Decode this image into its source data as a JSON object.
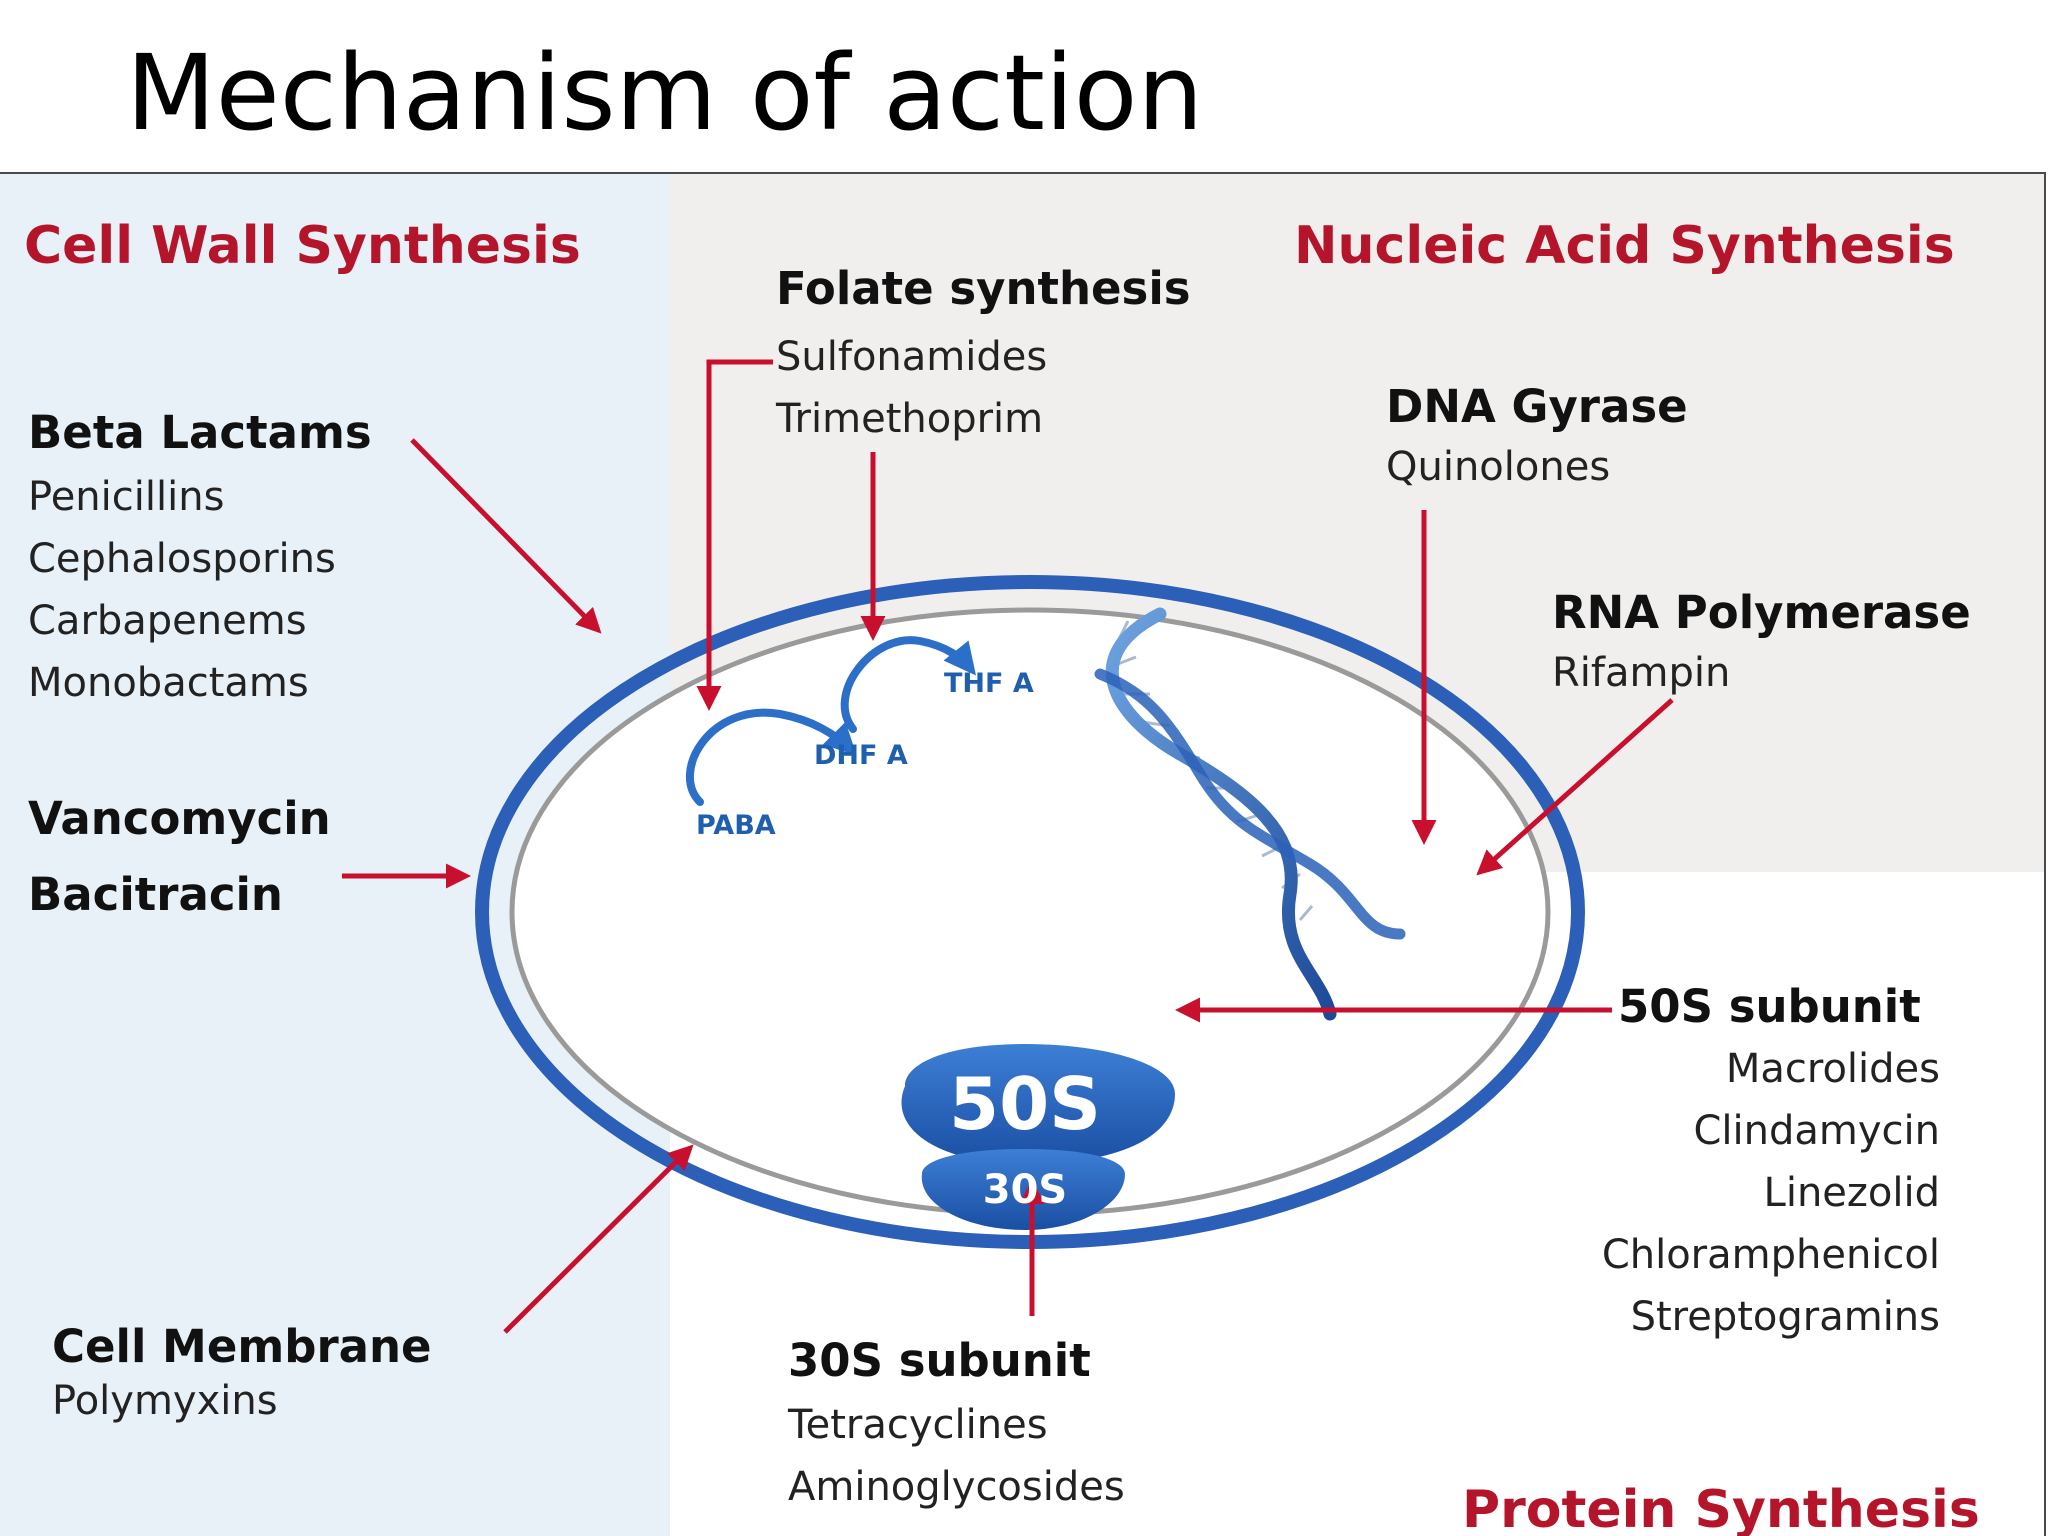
{
  "title": "Mechanism of action",
  "sections": {
    "cell_wall": "Cell Wall Synthesis",
    "nucleic_acid": "Nucleic Acid Synthesis",
    "protein": "Protein Synthesis"
  },
  "beta_lactams": {
    "heading": "Beta Lactams",
    "items": [
      "Penicillins",
      "Cephalosporins",
      "Carbapenems",
      "Monobactams"
    ]
  },
  "vancomycin": {
    "line1": "Vancomycin",
    "line2": "Bacitracin"
  },
  "cell_membrane": {
    "heading": "Cell Membrane",
    "items": [
      "Polymyxins"
    ]
  },
  "folate": {
    "heading": "Folate synthesis",
    "items": [
      "Sulfonamides",
      "Trimethoprim"
    ]
  },
  "dna_gyrase": {
    "heading": "DNA Gyrase",
    "items": [
      "Quinolones"
    ]
  },
  "rna_polymerase": {
    "heading": "RNA Polymerase",
    "items": [
      "Rifampin"
    ]
  },
  "subunit_50s": {
    "heading": "50S subunit",
    "items": [
      "Macrolides",
      "Clindamycin",
      "Linezolid",
      "Chloramphenicol",
      "Streptogramins"
    ]
  },
  "subunit_30s": {
    "heading": "30S subunit",
    "items": [
      "Tetracyclines",
      "Aminoglycosides"
    ]
  },
  "pathway": {
    "paba": "PABA",
    "dhfa": "DHF A",
    "thfa": "THF A"
  },
  "ribosome": {
    "large": "50S",
    "small": "30S"
  },
  "colors": {
    "section_red": "#b5152b",
    "arrow_red": "#c8102e",
    "cell_blue": "#2b5fb8",
    "left_panel": "#e9f1f8",
    "right_panel": "#f0efed"
  },
  "icons": [
    "dna-helix-icon",
    "pathway-arrow-icon",
    "inhibition-arrow-icon"
  ]
}
